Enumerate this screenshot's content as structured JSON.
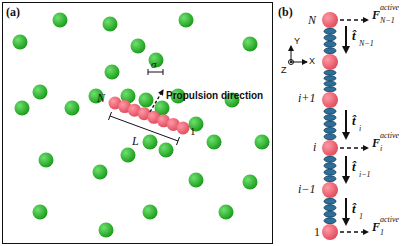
{
  "diagram": {
    "labels": [
      "(a)",
      "σ",
      "Propulsion direction",
      "N",
      "L",
      "1",
      "(b)",
      "Y",
      "X",
      "Z",
      "N",
      "t̂",
      "N−1",
      "F",
      "active",
      "N−1",
      "i+1",
      "t̂",
      "i",
      "i",
      "F",
      "active",
      "i",
      "t̂",
      "i−1",
      "i−1",
      "t̂",
      "1",
      "1",
      "F",
      "active",
      "1"
    ]
  }
}
